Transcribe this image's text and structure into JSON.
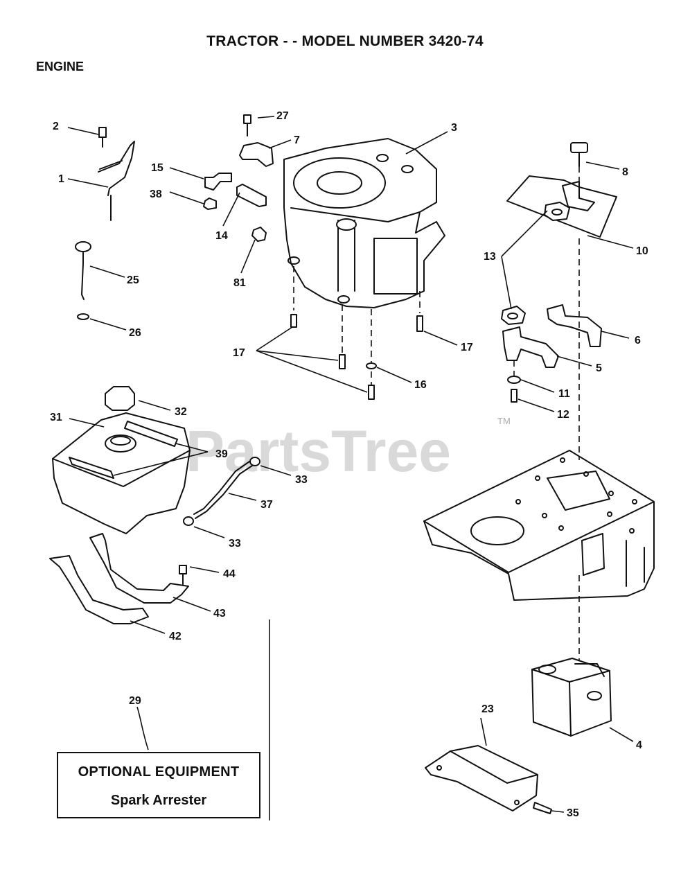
{
  "header": {
    "title": "TRACTOR - - MODEL NUMBER 3420-74",
    "section": "ENGINE"
  },
  "watermark": {
    "text": "PartsTree",
    "tm": "TM"
  },
  "optional_box": {
    "line1": "OPTIONAL EQUIPMENT",
    "line2": "Spark Arrester"
  },
  "part_labels": {
    "p1": "1",
    "p2": "2",
    "p3": "3",
    "p4": "4",
    "p5": "5",
    "p6": "6",
    "p7": "7",
    "p8": "8",
    "p10": "10",
    "p11": "11",
    "p12": "12",
    "p13": "13",
    "p14": "14",
    "p15": "15",
    "p16": "16",
    "p17a": "17",
    "p17b": "17",
    "p23": "23",
    "p25": "25",
    "p26": "26",
    "p27": "27",
    "p29": "29",
    "p31": "31",
    "p32": "32",
    "p33a": "33",
    "p33b": "33",
    "p35": "35",
    "p37": "37",
    "p38": "38",
    "p39": "39",
    "p42": "42",
    "p43": "43",
    "p44": "44",
    "p81": "81"
  }
}
